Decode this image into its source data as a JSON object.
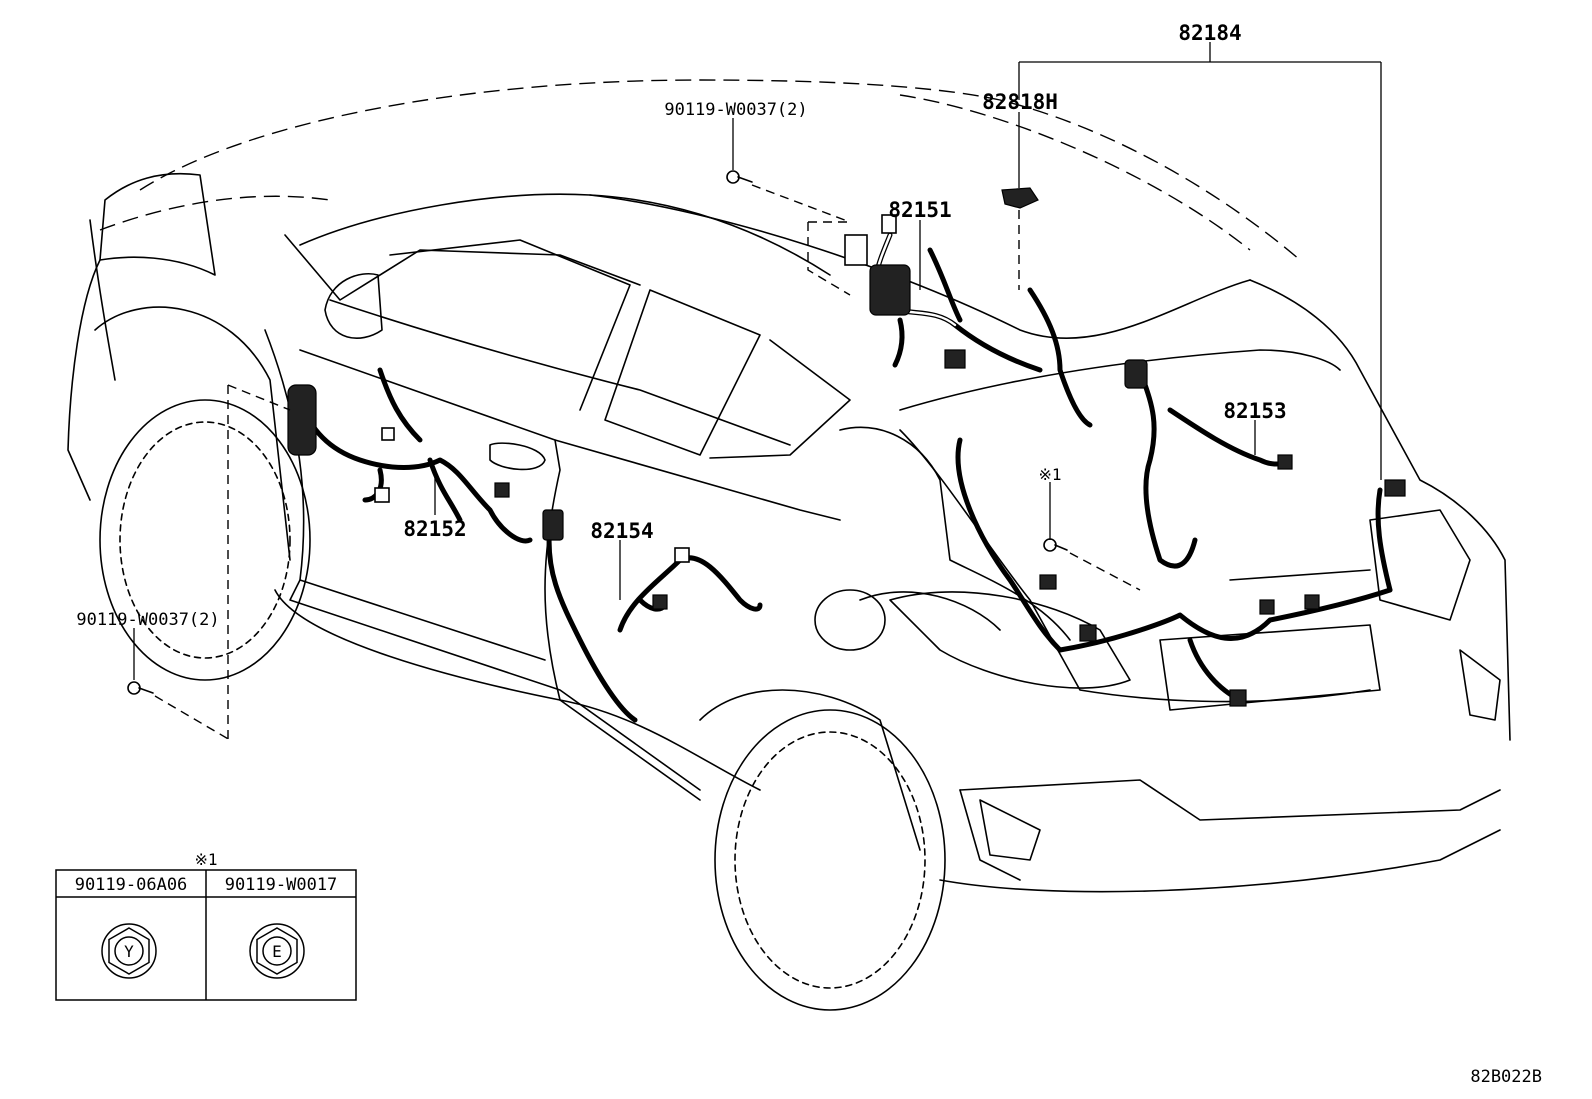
{
  "labels": {
    "harness_82184": "82184",
    "part_82818h": "82818H",
    "bolt_top": "90119-W0037(2)",
    "harness_82151": "82151",
    "harness_82153": "82153",
    "note_mark_right": "※1",
    "harness_82152": "82152",
    "harness_82154": "82154",
    "bolt_left": "90119-W0037(2)"
  },
  "legend": {
    "note_mark": "※1",
    "col1_header": "90119-06A06",
    "col2_header": "90119-W0017",
    "col1_symbol": "Y",
    "col2_symbol": "E"
  },
  "figure_code": "82B022B"
}
